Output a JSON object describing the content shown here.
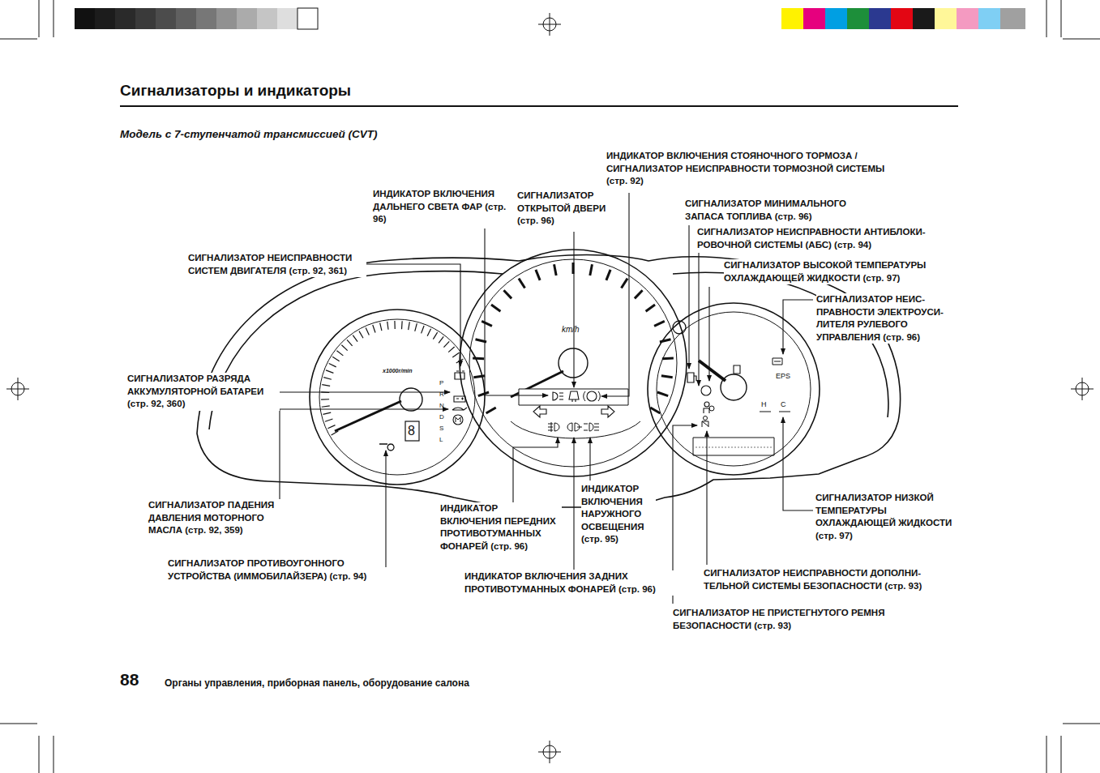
{
  "diagram": {
    "title": "Сигнализаторы и индикаторы",
    "labels": [
      "Модель с 7-ступенчатой трансмиссией (CVT)",
      "ИНДИКАТОР ВКЛЮЧЕНИЯ СТОЯНОЧНОГО ТОРМОЗА / СИГНАЛИЗАТОР НЕИСПРАВНОСТИ ТОРМОЗНОЙ СИСТЕМЫ (стр. 92)",
      "ИНДИКАТОР ВКЛЮЧЕНИЯ ДАЛЬНЕГО СВЕТА ФАР (стр. 96)",
      "СИГНАЛИЗАТОР ОТКРЫТОЙ ДВЕРИ (стр. 96)",
      "СИГНАЛИЗАТОР МИНИМАЛЬНОГО ЗАПАСА ТОПЛИВА (стр. 96)",
      "СИГНАЛИЗАТОР НЕИСПРАВНОСТИ АНТИБЛОКИ- РОВОЧНОЙ СИСТЕМЫ (АБС) (стр. 94)",
      "СИГНАЛИЗАТОР НЕИСПРАВНОСТИ СИСТЕМ ДВИГАТЕЛЯ (стр. 92, 361)",
      "СИГНАЛИЗАТОР ВЫСОКОЙ ТЕМПЕРАТУРЫ ОХЛАЖДАЮЩЕЙ ЖИДКОСТИ (стр. 97)",
      "СИГНАЛИЗАТОР НЕИС- ПРАВНОСТИ ЭЛЕКТРОУСИ- ЛИТЕЛЯ РУЛЕВОГО УПРАВЛЕНИЯ (стр. 96)",
      "СИГНАЛИЗАТОР РАЗРЯДА АККУМУЛЯТОРНОЙ БАТАРЕИ (стр. 92, 360)",
      "СИГНАЛИЗАТОР ПАДЕНИЯ ДАВЛЕНИЯ МОТОРНОГО МАСЛА (стр. 92, 359)",
      "ИНДИКАТОР ВКЛЮЧЕНИЯ ПЕРЕДНИХ ПРОТИВОТУМАННЫХ ФОНАРЕЙ (стр. 96)",
      "ИНДИКАТОР ВКЛЮЧЕНИЯ НАРУЖНОГО ОСВЕЩЕНИЯ (стр. 95)",
      "СИГНАЛИЗАТОР НИЗКОЙ ТЕМПЕРАТУРЫ ОХЛАЖДАЮЩЕЙ ЖИДКОСТИ (стр. 97)",
      "СИГНАЛИЗАТОР ПРОТИВОУГОННОГО УСТРОЙСТВА (ИММОБИЛАЙЗЕРА) (стр. 94)",
      "ИНДИКАТОР ВКЛЮЧЕНИЯ ЗАДНИХ ПРОТИВОТУМАННЫХ ФОНАРЕЙ (стр. 96)",
      "СИГНАЛИЗАТОР НЕИСПРАВНОСТИ ДОПОЛНИ- ТЕЛЬНОЙ СИСТЕМЫ БЕЗОПАСНОСТИ (стр. 93)",
      "СИГНАЛИЗАТОР НЕ ПРИСТЕГНУТОГО РЕМНЯ БЕЗОПАСНОСТИ (стр. 93)",
      "88",
      "Органы управления, приборная панель, оборудование салона",
      "x1000r/min",
      "km/h",
      "P",
      "R",
      "N",
      "D",
      "S",
      "L",
      "8",
      "EPS",
      "H",
      "C"
    ]
  }
}
